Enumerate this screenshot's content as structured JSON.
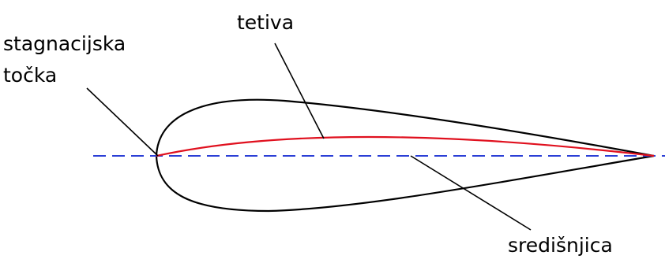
{
  "labels": {
    "chord": "tetiva",
    "stagnation_line1": "stagnacijska",
    "stagnation_line2": "točka",
    "midline": "središnjica"
  },
  "colors": {
    "outline": "#000000",
    "camber_line": "#e0101e",
    "chord_line": "#2b3fd6",
    "leader": "#000000",
    "background": "#ffffff"
  }
}
